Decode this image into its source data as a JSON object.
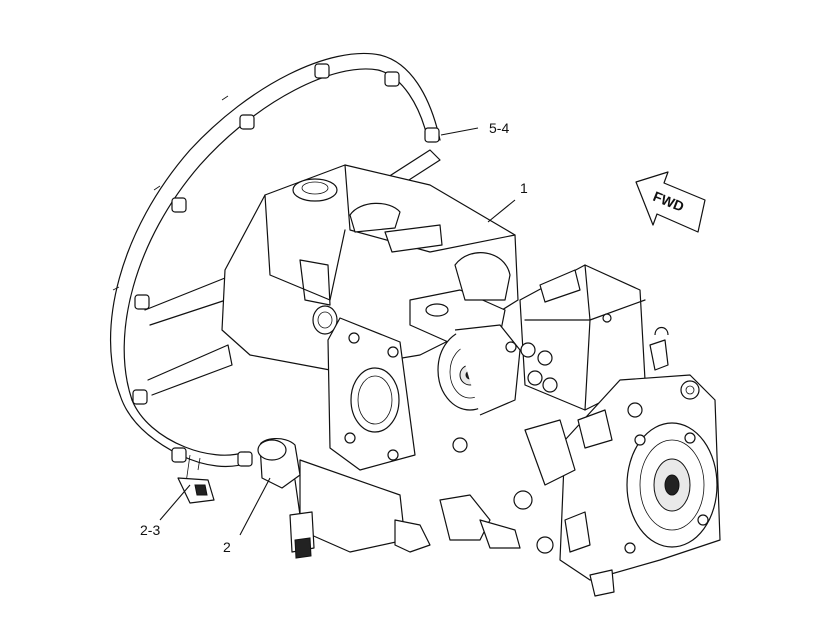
{
  "callouts": {
    "c_5_4": "5-4",
    "c_1": "1",
    "c_2_3": "2-3",
    "c_2": "2"
  },
  "direction_arrow": {
    "label": "FWD",
    "icon": "forward-direction-arrow-icon"
  }
}
